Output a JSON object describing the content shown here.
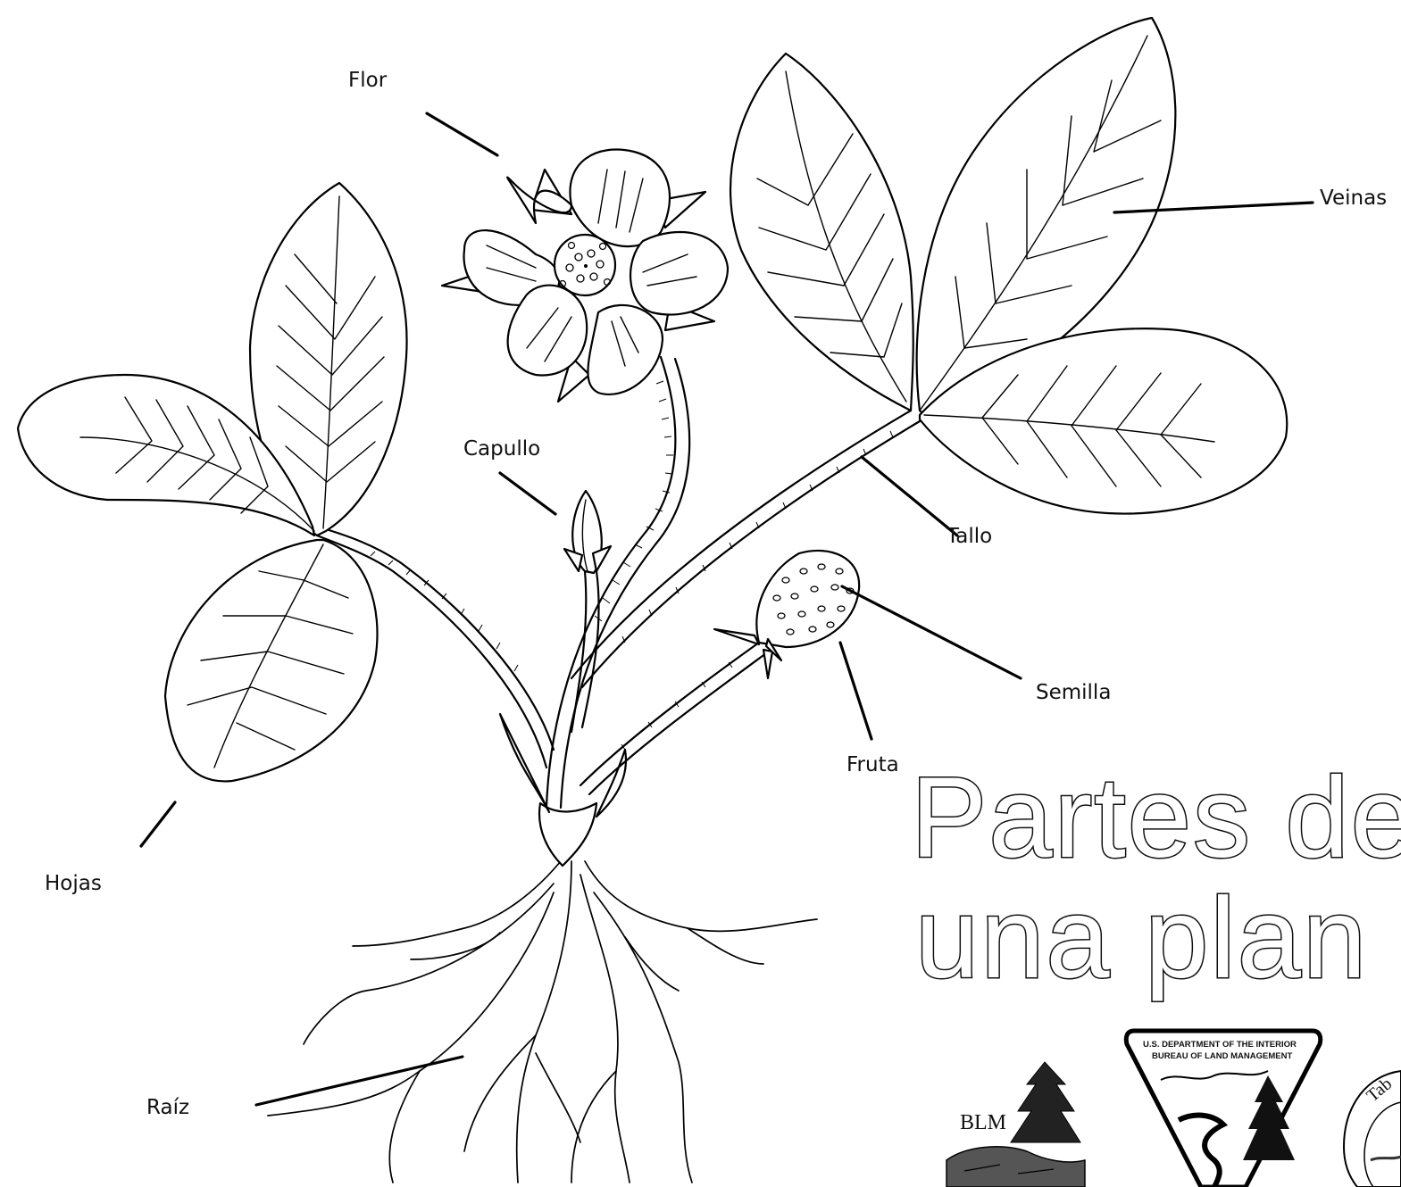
{
  "labels": {
    "flor": "Flor",
    "veinas": "Veinas",
    "capullo": "Capullo",
    "tallo": "Tallo",
    "semilla": "Semilla",
    "fruta": "Fruta",
    "hojas": "Hojas",
    "raiz": "Raíz"
  },
  "title": {
    "line1": "Partes de",
    "line2": "una plan"
  },
  "logos": {
    "blm_text": "BLM",
    "badge_line1": "U.S. DEPARTMENT OF THE INTERIOR",
    "badge_line2": "BUREAU OF LAND MANAGEMENT",
    "seal_fragment": "Tab"
  }
}
